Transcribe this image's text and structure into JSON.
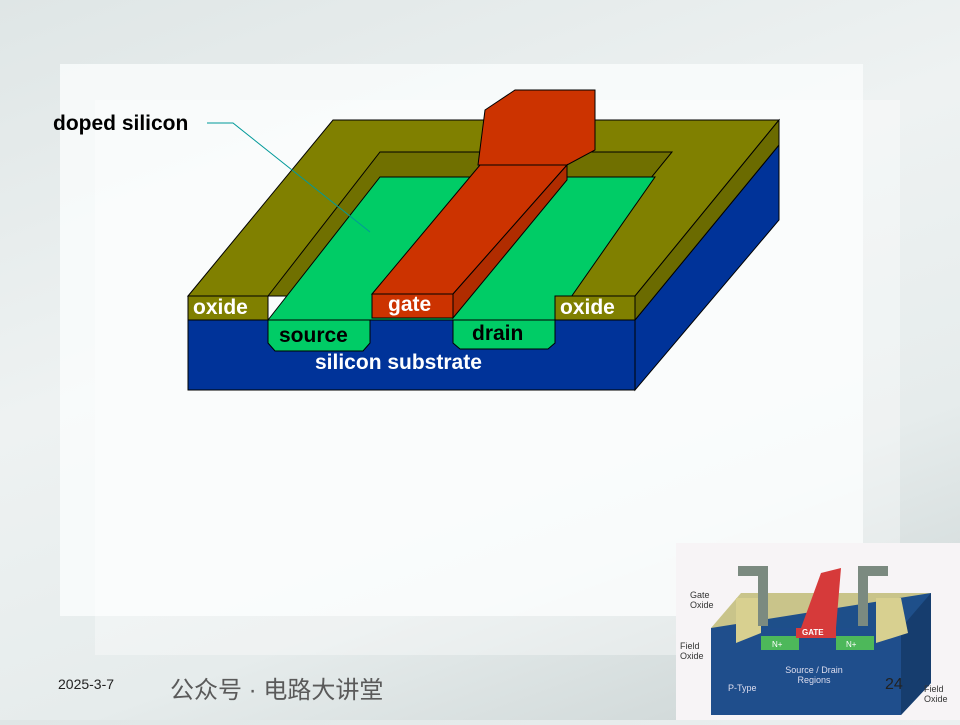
{
  "diagram": {
    "callout": "doped silicon",
    "labels": {
      "oxide_left": "oxide",
      "oxide_right": "oxide",
      "gate": "gate",
      "source": "source",
      "drain": "drain",
      "substrate": "silicon substrate"
    },
    "colors": {
      "oxide": "#808000",
      "silicon": "#00cc66",
      "gate": "#cc3300",
      "substrate": "#003399"
    }
  },
  "inset": {
    "gate_oxide": "Gate Oxide",
    "field_oxide_left": "Field Oxide",
    "gate": "GATE",
    "n_left": "N+",
    "n_right": "N+",
    "source_drain": "Source / Drain Regions",
    "p_type": "P-Type",
    "field_oxide_right": "Field Oxide"
  },
  "footer": {
    "date": "2025-3-7",
    "page": "24",
    "watermark": "公众号 · 电路大讲堂"
  }
}
